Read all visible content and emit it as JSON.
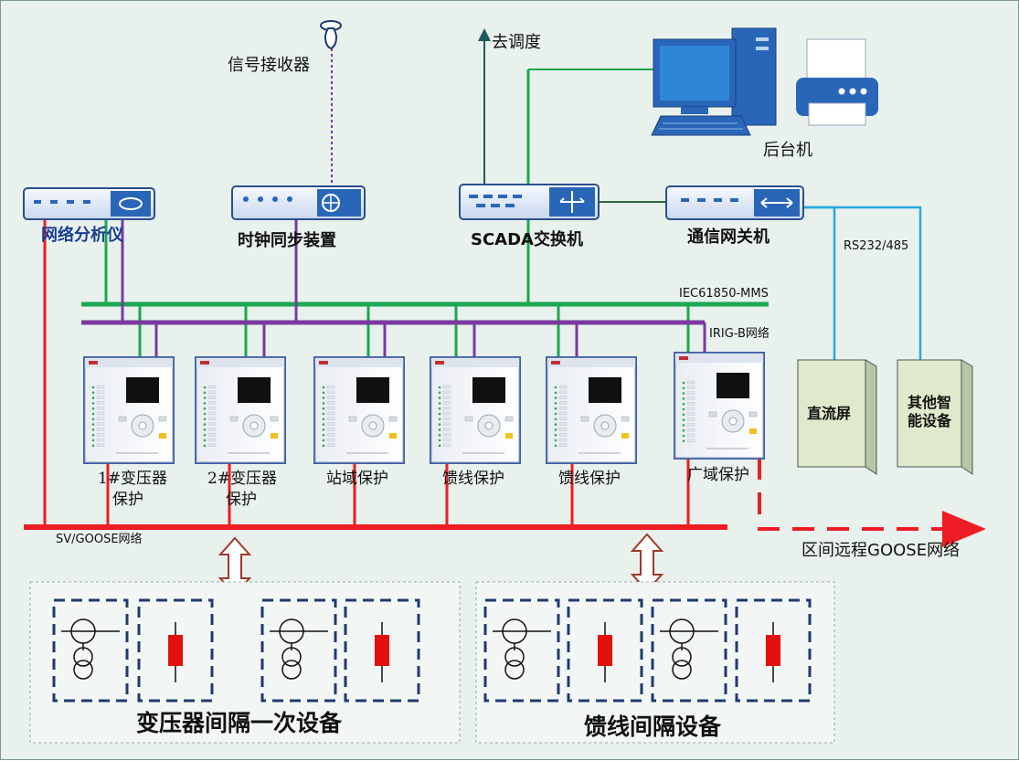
{
  "labels": {
    "signal_receiver": "信号接收器",
    "to_dispatch": "去调度",
    "backend": "后台机",
    "network_analyzer": "网络分析仪",
    "time_sync": "时钟同步装置",
    "scada_switch": "SCADA交换机",
    "comm_gateway": "通信网关机",
    "rs_port": "RS232/485",
    "mms_bus": "IEC61850-MMS",
    "irig_bus": "IRIG-B网络",
    "sv_goose_bus": "SV/GOOSE网络",
    "remote_goose": "区间远程GOOSE网络",
    "dc_panel": "直流屏",
    "other_devices_1": "其他智",
    "other_devices_2": "能设备",
    "transformer_group": "变压器间隔一次设备",
    "feeder_group": "馈线间隔设备"
  },
  "protection_devices": [
    {
      "line1": "1#变压器",
      "line2": "保护"
    },
    {
      "line1": "2#变压器",
      "line2": "保护"
    },
    {
      "line1": "站域保护",
      "line2": ""
    },
    {
      "line1": "馈线保护",
      "line2": ""
    },
    {
      "line1": "馈线保护",
      "line2": ""
    },
    {
      "line1": "广域保护",
      "line2": ""
    }
  ],
  "icons": {
    "antenna": "antenna-icon",
    "computer": "computer-icon",
    "printer": "printer-icon",
    "relay": "protection-relay-icon",
    "transformer": "transformer-symbol-icon",
    "breaker": "breaker-symbol-icon"
  },
  "colors": {
    "mms_bus": "#1aa850",
    "irig_bus": "#7a3aa0",
    "sv_goose_bus": "#ee1c24",
    "rs_line": "#28a8e0",
    "equipment_frame": "#1f3a6e",
    "breaker": "#e31010"
  }
}
